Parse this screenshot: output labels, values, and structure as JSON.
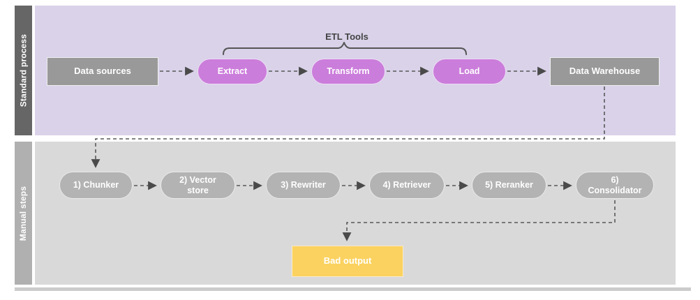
{
  "diagram": {
    "lanes": [
      {
        "label": "Standard process"
      },
      {
        "label": "Manual steps"
      }
    ],
    "etl_group_label": "ETL Tools",
    "standard_nodes": {
      "data_sources": "Data sources",
      "extract": "Extract",
      "transform": "Transform",
      "load": "Load",
      "data_warehouse": "Data Warehouse"
    },
    "manual_nodes": [
      "1) Chunker",
      "2) Vector store",
      "3) Rewriter",
      "4) Retriever",
      "5) Reranker",
      "6) Consolidator"
    ],
    "output_node": "Bad output",
    "colors": {
      "standard_lane_bg": "#d9d2e9",
      "standard_lane_label_bg": "#666666",
      "manual_lane_bg": "#d9d9d9",
      "manual_lane_label_bg": "#b0b0b0",
      "source_sink_fill": "#999999",
      "etl_pill_fill": "#cb7ddb",
      "manual_pill_fill": "#b3b3b3",
      "bad_output_fill": "#fbd25f",
      "connector": "#595959"
    }
  }
}
